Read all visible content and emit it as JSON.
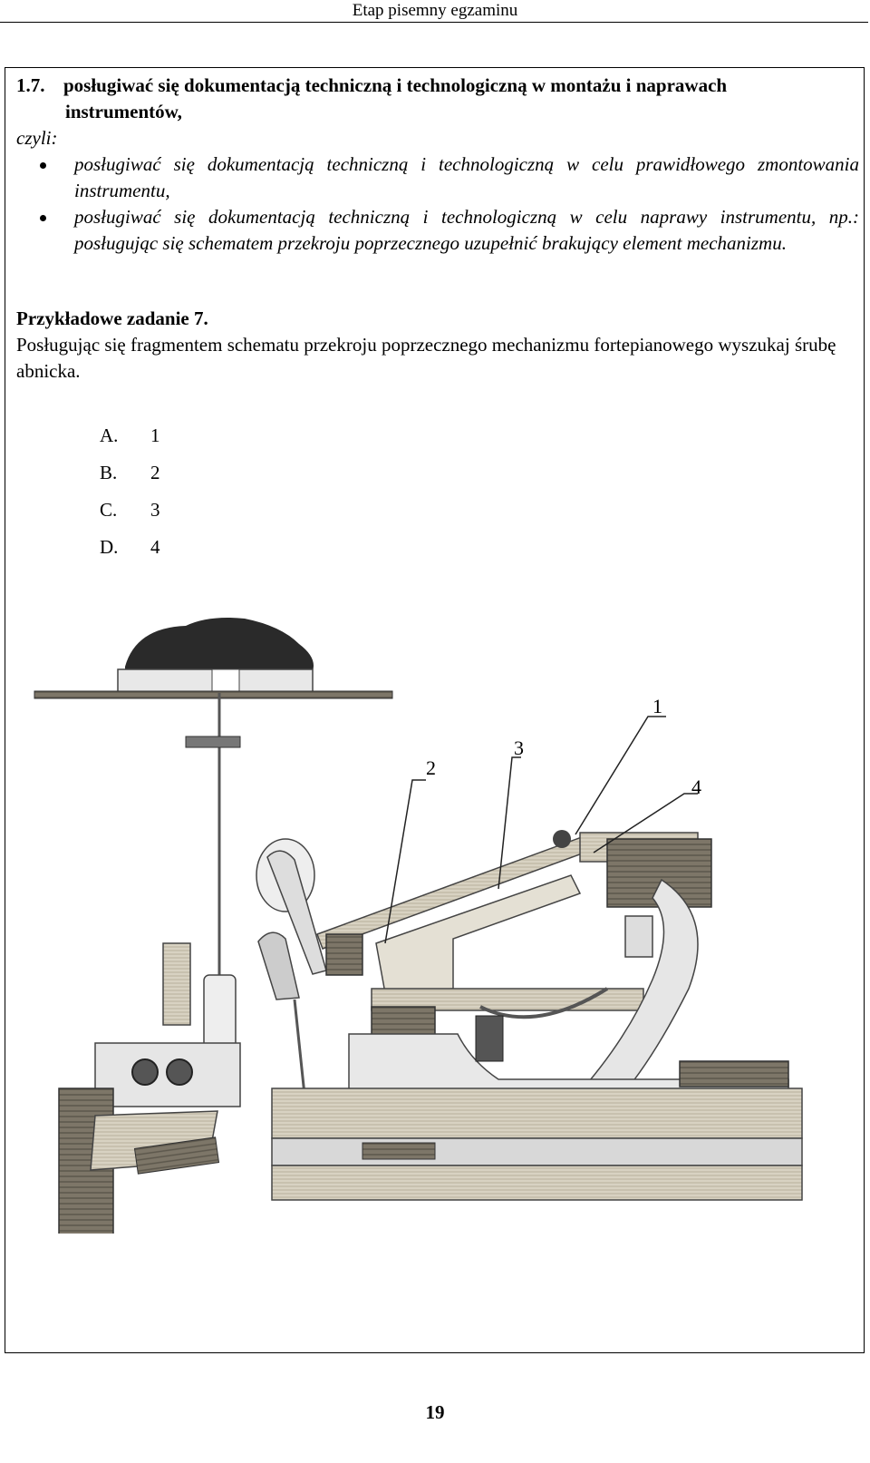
{
  "header": {
    "text": "Etap pisemny egzaminu"
  },
  "section": {
    "number": "1.7.",
    "title_line1": "posługiwać się dokumentacją techniczną i technologiczną w montażu i naprawach",
    "title_line2": "instrumentów,",
    "czyli": "czyli:",
    "bullets": [
      "posługiwać się dokumentacją techniczną i technologiczną w celu prawidłowego zmontowania instrumentu,",
      "posługiwać się dokumentacją techniczną i technologiczną w celu naprawy instrumentu, np.: posługując się schematem przekroju poprzecznego uzupełnić brakujący element mechanizmu."
    ]
  },
  "task": {
    "title": "Przykładowe zadanie 7.",
    "text": "Posługując się fragmentem schematu przekroju poprzecznego mechanizmu fortepianowego wyszukaj śrubę abnicka.",
    "answers": [
      {
        "letter": "A.",
        "value": "1"
      },
      {
        "letter": "B.",
        "value": "2"
      },
      {
        "letter": "C.",
        "value": "3"
      },
      {
        "letter": "D.",
        "value": "4"
      }
    ]
  },
  "figure": {
    "labels": [
      "1",
      "2",
      "3",
      "4"
    ]
  },
  "footer": {
    "page_number": "19"
  }
}
